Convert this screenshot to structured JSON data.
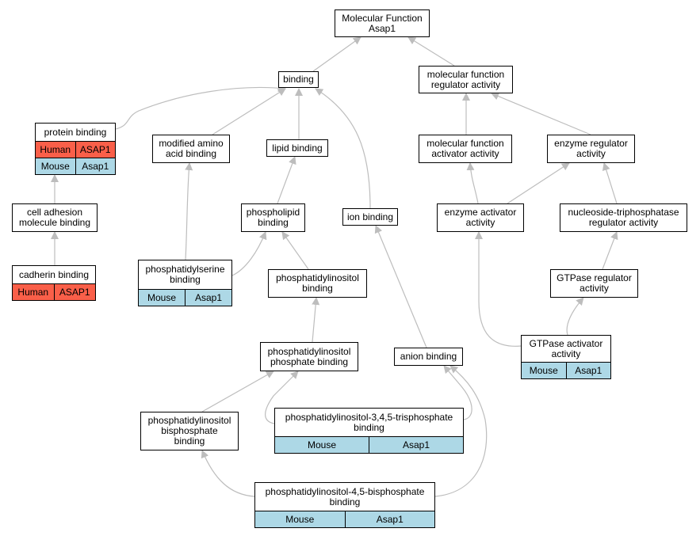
{
  "colors": {
    "human": "#fa5f49",
    "mouse": "#add8e6",
    "edge": "#bdbdbd",
    "border": "#000000"
  },
  "nodes": {
    "mf": {
      "lines": [
        "Molecular Function",
        "Asap1"
      ]
    },
    "binding": {
      "lines": [
        "binding"
      ]
    },
    "mfra": {
      "lines": [
        "molecular function",
        "regulator activity"
      ]
    },
    "protein": {
      "lines": [
        "protein binding"
      ],
      "rows": [
        {
          "species": "Human",
          "gene": "ASAP1"
        },
        {
          "species": "Mouse",
          "gene": "Asap1"
        }
      ]
    },
    "modaa": {
      "lines": [
        "modified amino",
        "acid binding"
      ]
    },
    "lipid": {
      "lines": [
        "lipid binding"
      ]
    },
    "mfaa": {
      "lines": [
        "molecular function",
        "activator activity"
      ]
    },
    "enzreg": {
      "lines": [
        "enzyme regulator",
        "activity"
      ]
    },
    "celladh": {
      "lines": [
        "cell adhesion",
        "molecule binding"
      ]
    },
    "phospholipid": {
      "lines": [
        "phospholipid",
        "binding"
      ]
    },
    "ion": {
      "lines": [
        "ion binding"
      ]
    },
    "enzact": {
      "lines": [
        "enzyme activator",
        "activity"
      ]
    },
    "ntpreg": {
      "lines": [
        "nucleoside-triphosphatase",
        "regulator activity"
      ]
    },
    "cadherin": {
      "lines": [
        "cadherin binding"
      ],
      "rows": [
        {
          "species": "Human",
          "gene": "ASAP1"
        }
      ]
    },
    "pserine": {
      "lines": [
        "phosphatidylserine",
        "binding"
      ],
      "rows": [
        {
          "species": "Mouse",
          "gene": "Asap1"
        }
      ]
    },
    "pino": {
      "lines": [
        "phosphatidylinositol",
        "binding"
      ]
    },
    "gtpreg": {
      "lines": [
        "GTPase regulator",
        "activity"
      ]
    },
    "pinop": {
      "lines": [
        "phosphatidylinositol",
        "phosphate binding"
      ]
    },
    "anion": {
      "lines": [
        "anion binding"
      ]
    },
    "gtpact": {
      "lines": [
        "GTPase activator",
        "activity"
      ],
      "rows": [
        {
          "species": "Mouse",
          "gene": "Asap1"
        }
      ]
    },
    "pinobis": {
      "lines": [
        "phosphatidylinositol",
        "bisphosphate",
        "binding"
      ]
    },
    "pip3": {
      "lines": [
        "phosphatidylinositol-3,4,5-trisphosphate",
        "binding"
      ],
      "rows": [
        {
          "species": "Mouse",
          "gene": "Asap1"
        }
      ]
    },
    "pip2": {
      "lines": [
        "phosphatidylinositol-4,5-bisphosphate",
        "binding"
      ],
      "rows": [
        {
          "species": "Mouse",
          "gene": "Asap1"
        }
      ]
    }
  }
}
